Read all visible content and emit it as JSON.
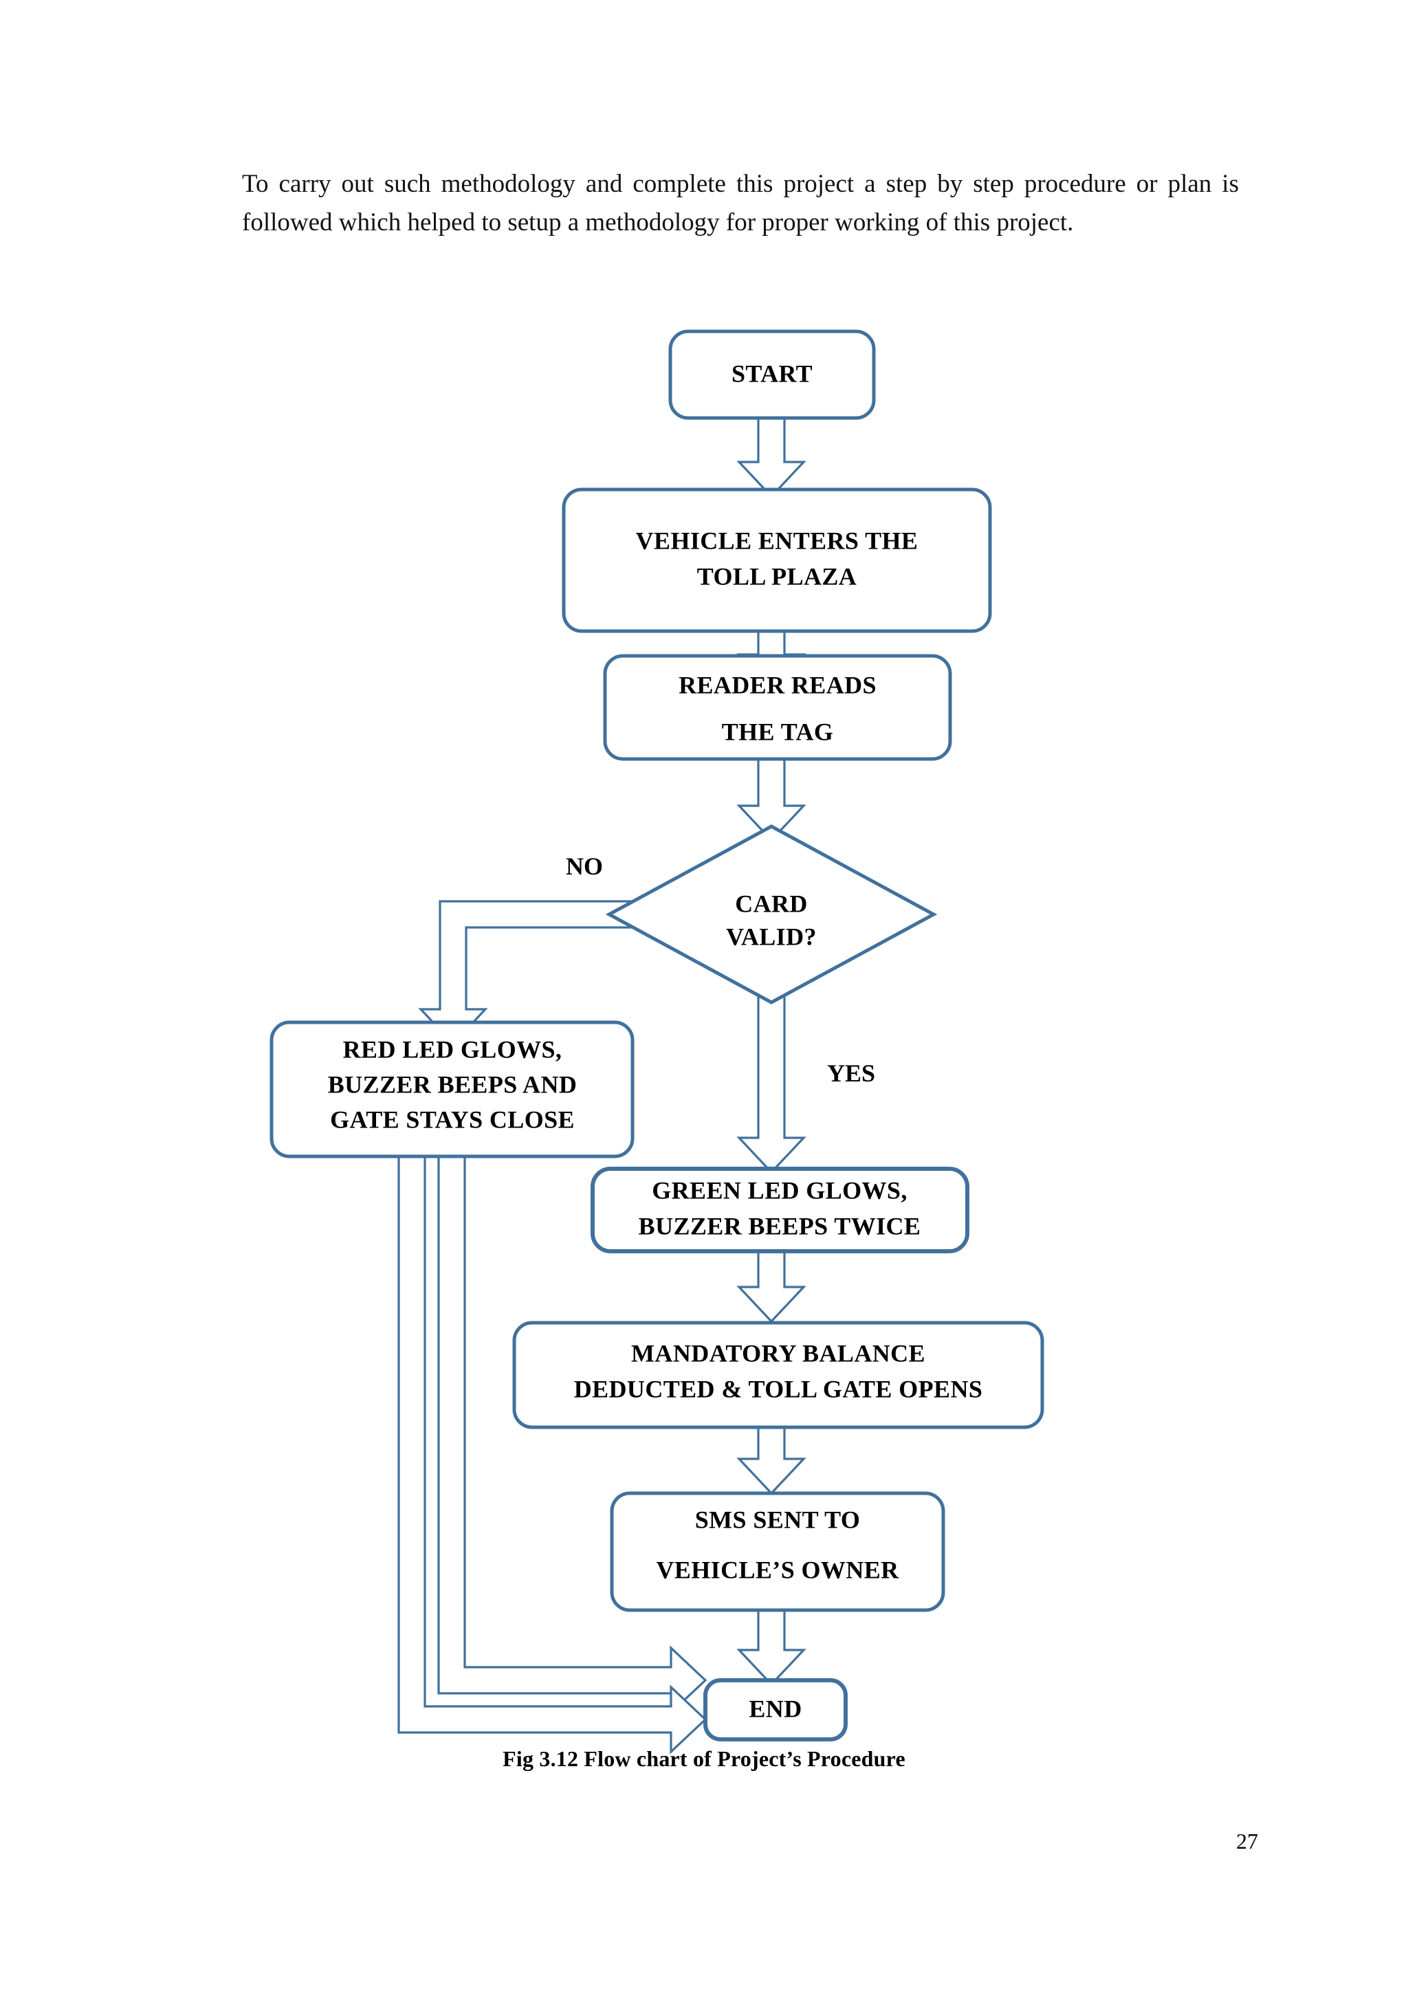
{
  "document": {
    "page_number": "27",
    "intro_paragraph": "To carry out such methodology and complete this project a step by step procedure or plan is followed which helped to setup a methodology for proper working of this project.",
    "figure_caption": "Fig 3.12 Flow chart of Project’s Procedure"
  },
  "colors": {
    "shape_border": "#41719C",
    "shape_fill": "#FFFFFF",
    "text": "#000000",
    "page_background": "#FFFFFF"
  },
  "chart_data": {
    "type": "flowchart",
    "title": "Fig 3.12 Flow chart of Project’s Procedure",
    "nodes": [
      {
        "id": "start",
        "shape": "rounded-rectangle",
        "label": "START",
        "label_lines": [
          "START"
        ]
      },
      {
        "id": "vehicle",
        "shape": "rounded-rectangle",
        "label": "VEHICLE ENTERS THE TOLL PLAZA",
        "label_lines": [
          "VEHICLE ENTERS THE",
          "TOLL PLAZA"
        ]
      },
      {
        "id": "reader",
        "shape": "rounded-rectangle",
        "label": "READER READS THE TAG",
        "label_lines": [
          "READER READS",
          "THE TAG"
        ]
      },
      {
        "id": "decision",
        "shape": "diamond",
        "label": "CARD VALID?",
        "label_lines": [
          "CARD",
          "VALID?"
        ]
      },
      {
        "id": "redled",
        "shape": "rounded-rectangle",
        "label": "RED LED GLOWS, BUZZER BEEPS AND GATE STAYS CLOSE",
        "label_lines": [
          "RED LED GLOWS,",
          "BUZZER BEEPS AND",
          "GATE STAYS CLOSE"
        ]
      },
      {
        "id": "greenled",
        "shape": "rounded-rectangle",
        "label": "GREEN LED GLOWS, BUZZER BEEPS TWICE",
        "label_lines": [
          "GREEN LED GLOWS,",
          "BUZZER BEEPS TWICE"
        ]
      },
      {
        "id": "balance",
        "shape": "rounded-rectangle",
        "label": "MANDATORY BALANCE DEDUCTED & TOLL GATE OPENS",
        "label_lines": [
          "MANDATORY BALANCE",
          "DEDUCTED & TOLL GATE OPENS"
        ]
      },
      {
        "id": "sms",
        "shape": "rounded-rectangle",
        "label": "SMS SENT TO VEHICLE’S OWNER",
        "label_lines": [
          "SMS SENT TO",
          "VEHICLE’S OWNER"
        ]
      },
      {
        "id": "end",
        "shape": "rounded-rectangle",
        "label": "END",
        "label_lines": [
          "END"
        ]
      }
    ],
    "edges": [
      {
        "from": "start",
        "to": "vehicle",
        "label": ""
      },
      {
        "from": "vehicle",
        "to": "reader",
        "label": ""
      },
      {
        "from": "reader",
        "to": "decision",
        "label": ""
      },
      {
        "from": "decision",
        "to": "redled",
        "label": "NO"
      },
      {
        "from": "decision",
        "to": "greenled",
        "label": "YES"
      },
      {
        "from": "greenled",
        "to": "balance",
        "label": ""
      },
      {
        "from": "balance",
        "to": "sms",
        "label": ""
      },
      {
        "from": "sms",
        "to": "end",
        "label": ""
      },
      {
        "from": "redled",
        "to": "end",
        "label": ""
      }
    ],
    "branch_labels": {
      "no": "NO",
      "yes": "YES"
    }
  }
}
